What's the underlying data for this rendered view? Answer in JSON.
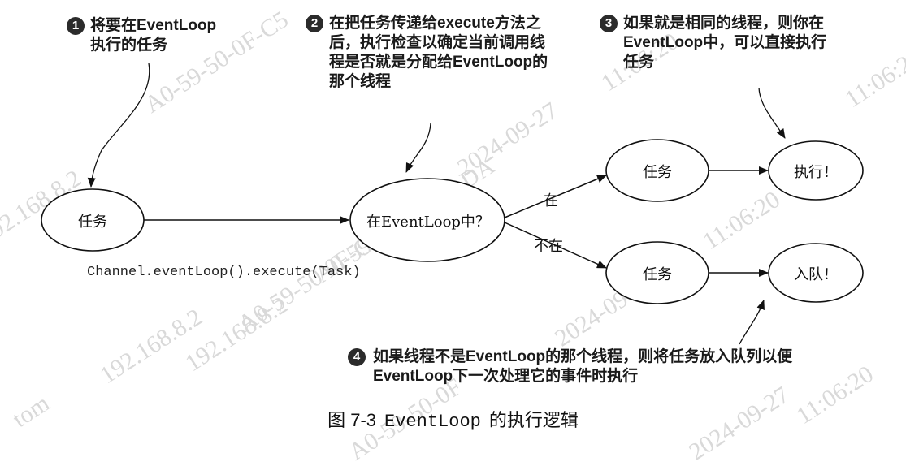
{
  "watermarks": [
    "92.168.8.2",
    "A0-59-50-0F-C5",
    "2024-09-27",
    "11:06:20",
    "A0-59-50-0F-C5-DA",
    "11:06:20",
    "192.168.8.2",
    "A0-59-50-0F-C5",
    "2024-09-27",
    "11:06:20",
    "tom",
    "192.168.8.2",
    "A0-59-50-0F",
    "2024-09-27",
    "11:06:20"
  ],
  "notes": [
    {
      "num": "1",
      "lines": [
        "将要在EventLoop",
        "执行的任务"
      ]
    },
    {
      "num": "2",
      "lines": [
        "在把任务传递给execute方法之",
        "后，执行检查以确定当前调用线",
        "程是否就是分配给EventLoop的",
        "那个线程"
      ]
    },
    {
      "num": "3",
      "lines": [
        "如果就是相同的线程，则你在",
        "EventLoop中，可以直接执行",
        "任务"
      ]
    },
    {
      "num": "4",
      "lines": [
        "如果线程不是EventLoop的那个线程，则将任务放入队列以便",
        "EventLoop下一次处理它的事件时执行"
      ]
    }
  ],
  "nodes": {
    "task_start": "任务",
    "check": "在EventLoop中？",
    "task_yes": "任务",
    "execute": "执行！",
    "task_no": "任务",
    "enqueue": "入队！"
  },
  "edges": {
    "yes": "在",
    "no": "不在"
  },
  "code_label": "Channel.eventLoop().execute(Task)",
  "caption": {
    "prefix": "图 7-3",
    "mono": "EventLoop",
    "suffix": "的执行逻辑"
  }
}
